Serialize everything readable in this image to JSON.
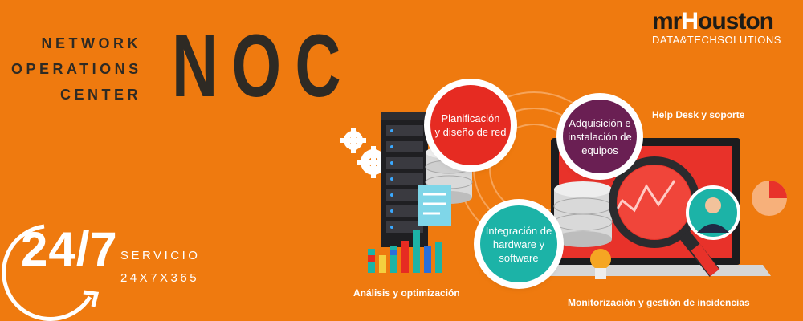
{
  "header": {
    "title_lines": [
      "NETWORK",
      "OPERATIONS",
      "CENTER"
    ],
    "acronym": "NOC"
  },
  "brand": {
    "name_part1": "mr",
    "name_part2": "H",
    "name_part3": "ouston",
    "tagline": "DATA&TECHSOLUTIONS"
  },
  "services": {
    "planning": [
      "Planificación",
      "y diseño de red"
    ],
    "acquisition": [
      "Adquisición e",
      "instalación de",
      "equipos"
    ],
    "integration": [
      "Integración de",
      "hardware y",
      "software"
    ],
    "helpdesk": "Help Desk y soporte",
    "analysis": "Análisis y optimización",
    "monitoring": "Monitorización y gestión de incidencias"
  },
  "availability": {
    "badge": "24/7",
    "line1": "SERVICIO",
    "line2": "24X7X365"
  },
  "colors": {
    "background": "#ef7a0f",
    "dark_text": "#2e2a24",
    "red": "#e62b22",
    "purple": "#6a1f53",
    "teal": "#1cb3a7"
  },
  "icons": [
    "gear-icon",
    "server-rack-icon",
    "database-icon",
    "document-icon",
    "bar-chart-icon",
    "laptop-icon",
    "magnifier-icon",
    "lightbulb-icon",
    "user-avatar-icon",
    "pie-chart-icon",
    "circular-arrow-icon"
  ]
}
